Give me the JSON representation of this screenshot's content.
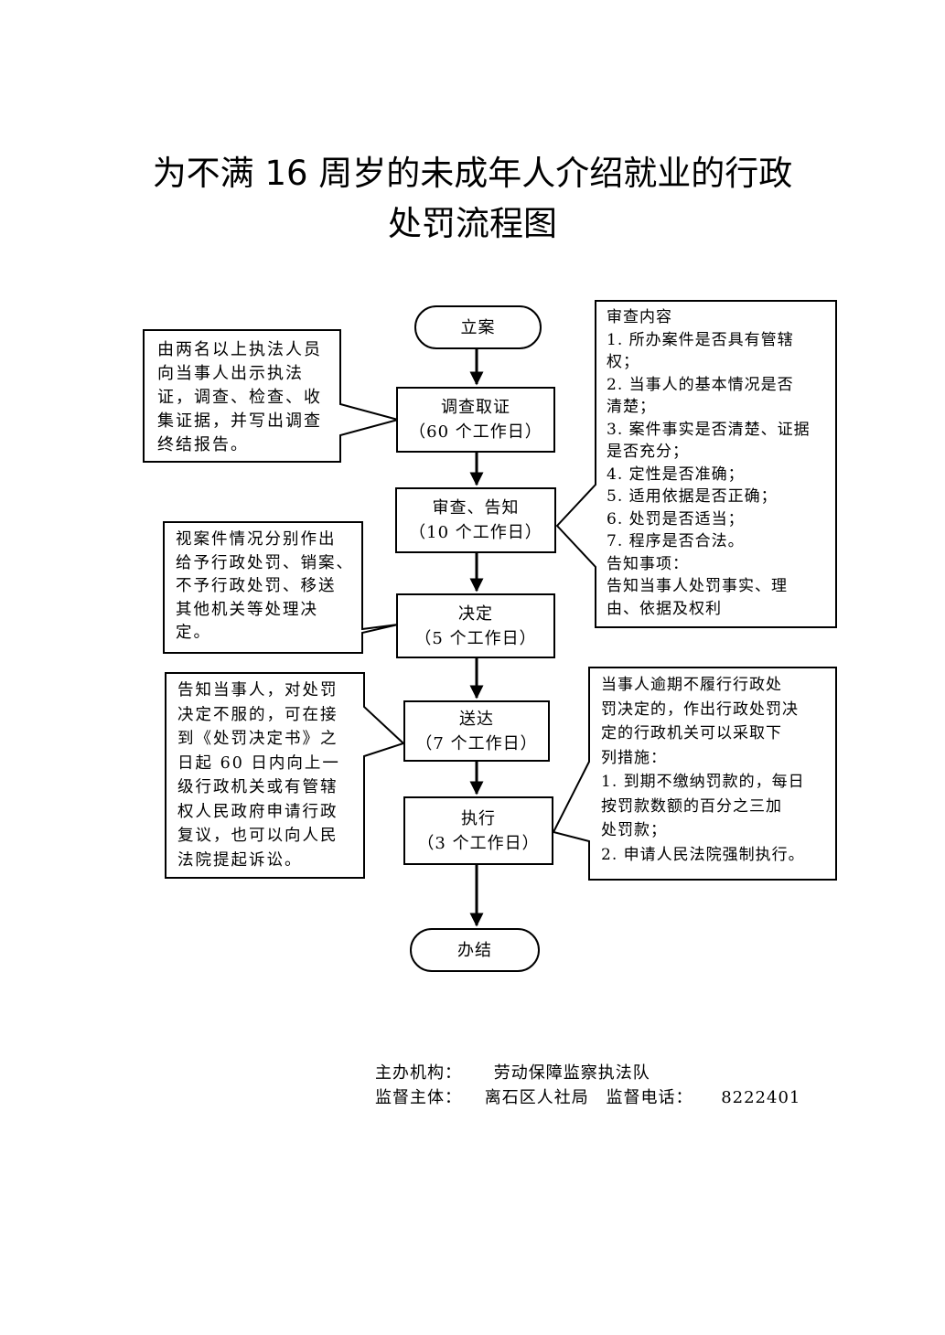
{
  "title": {
    "line1": "为不满 16 周岁的未成年人介绍就业的行政",
    "line2": "处罚流程图"
  },
  "flow": {
    "start": "立案",
    "steps": [
      {
        "label": "调查取证",
        "duration": "（60 个工作日）"
      },
      {
        "label": "审查、告知",
        "duration": "（10 个工作日）"
      },
      {
        "label": "决定",
        "duration": "（5 个工作日）"
      },
      {
        "label": "送达",
        "duration": "（7 个工作日）"
      },
      {
        "label": "执行",
        "duration": "（3 个工作日）"
      }
    ],
    "end": "办结"
  },
  "notes": {
    "investigation": [
      "由两名以上执法人员",
      "向当事人出示执法",
      "证，调查、检查、收",
      "集证据，并写出调查",
      "终结报告。"
    ],
    "review": [
      "审查内容",
      "1. 所办案件是否具有管辖",
      "权；",
      "2. 当事人的基本情况是否",
      "清楚；",
      "3. 案件事实是否清楚、证据",
      "是否充分；",
      "4. 定性是否准确；",
      "5. 适用依据是否正确；",
      "6. 处罚是否适当；",
      "7. 程序是否合法。",
      "告知事项：",
      "告知当事人处罚事实、理",
      "由、依据及权利"
    ],
    "decision": [
      "视案件情况分别作出",
      "给予行政处罚、销案、",
      "不予行政处罚、移送",
      "其他机关等处理决",
      "定。"
    ],
    "delivery": [
      "告知当事人，对处罚",
      "决定不服的，可在接",
      "到《处罚决定书》之",
      "日起 60 日内向上一",
      "级行政机关或有管辖",
      "权人民政府申请行政",
      "复议，也可以向人民",
      "法院提起诉讼。"
    ],
    "execution": [
      "当事人逾期不履行行政处",
      "罚决定的，作出行政处罚决",
      "定的行政机关可以采取下",
      "列措施：",
      "1. 到期不缴纳罚款的，每日",
      "按罚款数额的百分之三加",
      "处罚款；",
      "2. 申请人民法院强制执行。"
    ]
  },
  "footer": {
    "org_label": "主办机构：",
    "org_value": "劳动保障监察执法队",
    "supervisor_label": "监督主体：",
    "supervisor_value": "离石区人社局",
    "phone_label": "监督电话：",
    "phone_value": "8222401"
  }
}
